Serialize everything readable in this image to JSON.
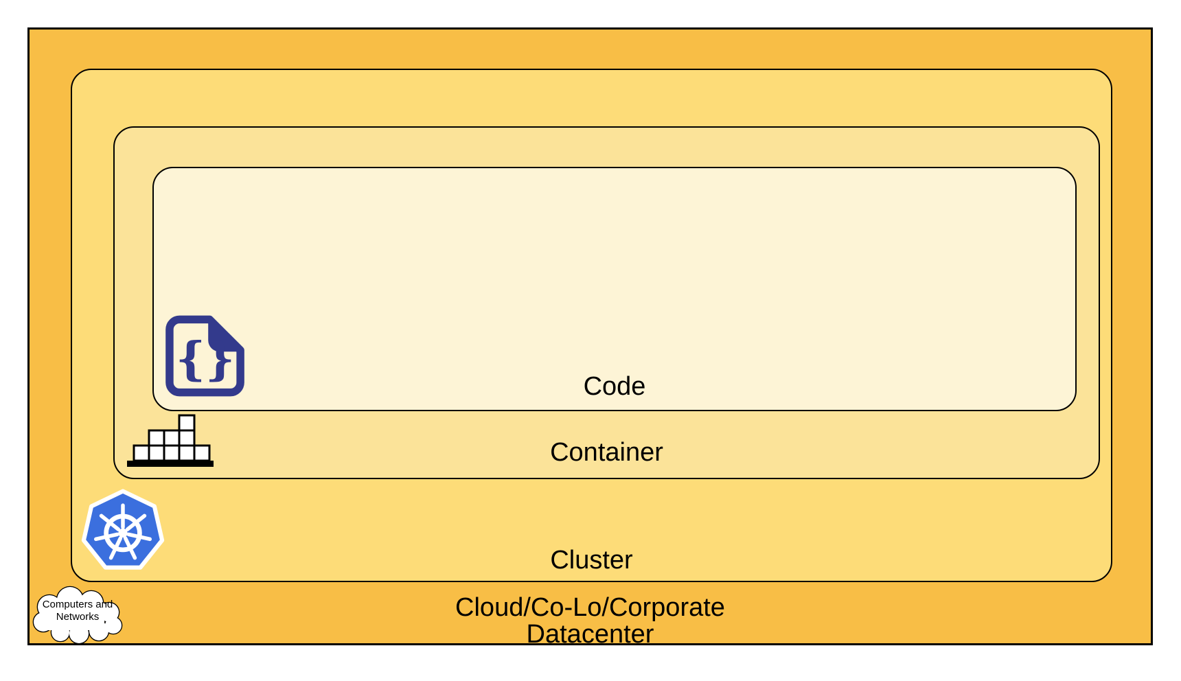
{
  "diagram": {
    "type": "nested-layers",
    "layers": [
      {
        "id": "code",
        "label": "Code",
        "fill": "#FDF4D6"
      },
      {
        "id": "container",
        "label": "Container",
        "fill": "#FBE399"
      },
      {
        "id": "cluster",
        "label": "Cluster",
        "fill": "#FDDC78"
      },
      {
        "id": "datacenter",
        "label": "Cloud/Co-Lo/Corporate Datacenter",
        "fill": "#F8BE46"
      }
    ]
  },
  "labels": {
    "code": "Code",
    "container": "Container",
    "cluster": "Cluster",
    "datacenter_line1": "Cloud/Co-Lo/Corporate",
    "datacenter_line2": "Datacenter",
    "cloud_line1": "Computers and",
    "cloud_line2": "Networks",
    "code_icon_glyph": "{}"
  },
  "icons": {
    "code": "code-file-icon",
    "container": "container-boxes-icon",
    "cluster": "kubernetes-helm-icon",
    "datacenter": "cloud-icon"
  },
  "colors": {
    "datacenter_fill": "#F8BE46",
    "cluster_fill": "#FDDC78",
    "container_fill": "#FBE399",
    "code_fill": "#FDF4D6",
    "code_icon_blue": "#333A8C",
    "kubernetes_blue": "#3B6FDE",
    "border": "#000000",
    "text": "#000000",
    "cloud_fill": "#FFFFFF"
  }
}
